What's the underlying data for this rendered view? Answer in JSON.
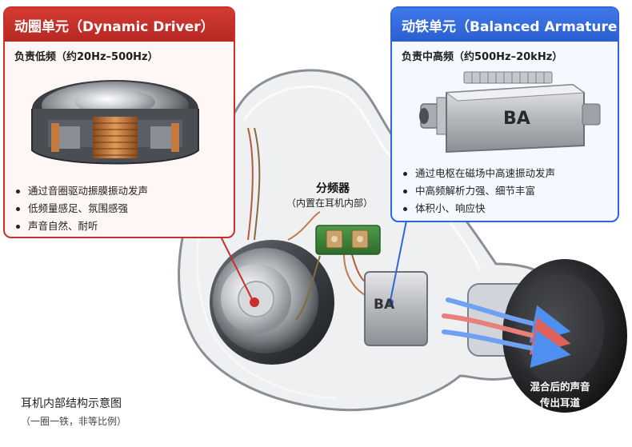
{
  "dynamic_driver": {
    "title": "动圈单元（Dynamic Driver）",
    "subtitle": "负责低频（约20Hz–500Hz）",
    "bullets": [
      "通过音圈驱动振膜振动发声",
      "低频量感足、氛围感强",
      "声音自然、耐听"
    ],
    "accent": "#c9302c"
  },
  "balanced_armature": {
    "title": "动铁单元（Balanced Armature）",
    "subtitle": "负责中高频（约500Hz–20kHz）",
    "bullets": [
      "通过电枢在磁场中高速振动发声",
      "中高频解析力强、细节丰富",
      "体积小、响应快"
    ],
    "ba_label": "BA",
    "accent": "#2f66d6"
  },
  "crossover": {
    "title": "分频器",
    "subtitle": "（内置在耳机内部）"
  },
  "earphone": {
    "ba_label": "BA"
  },
  "output": {
    "line1": "混合后的声音",
    "line2": "传出耳道"
  },
  "caption": {
    "title": "耳机内部结构示意图",
    "subtitle": "（一圈一铁，非等比例）"
  }
}
